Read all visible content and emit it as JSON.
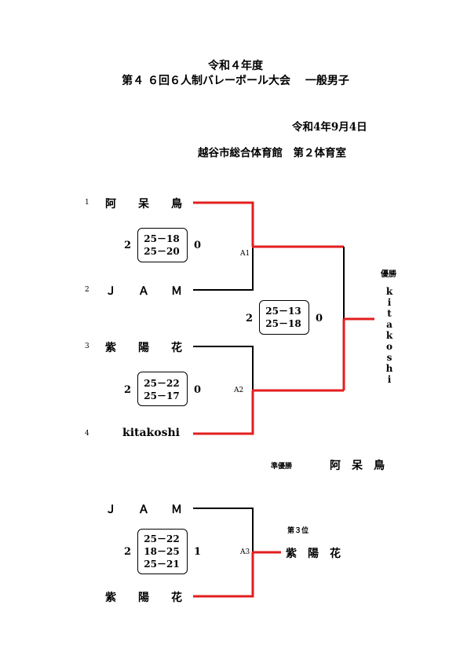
{
  "header": {
    "year": "令和４年度",
    "event": "第４ ６回６人制バレーボール大会　 一般男子",
    "date": "令和4年9月4日",
    "venue": "越谷市総合体育館　第２体育室"
  },
  "teams": [
    {
      "seed": "1",
      "name": "阿　　呆　　鳥"
    },
    {
      "seed": "2",
      "name": "Ｊ　　Ａ　　Ｍ"
    },
    {
      "seed": "3",
      "name": "紫　　陽　　花"
    },
    {
      "seed": "4",
      "name": "kitakoshi"
    }
  ],
  "matches": {
    "A1": {
      "label": "A1",
      "left": "2",
      "right": "0",
      "sets": [
        "25－18",
        "25－20"
      ]
    },
    "A2": {
      "label": "A2",
      "left": "2",
      "right": "0",
      "sets": [
        "25－22",
        "25－17"
      ]
    },
    "final": {
      "left": "2",
      "right": "0",
      "sets": [
        "25－13",
        "25－18"
      ]
    },
    "A3": {
      "label": "A3",
      "left": "2",
      "right": "1",
      "sets": [
        "25－22",
        "18－25",
        "25－21"
      ]
    }
  },
  "winner": {
    "label": "優勝",
    "letters": [
      "k",
      "i",
      "t",
      "a",
      "k",
      "o",
      "s",
      "h",
      "i"
    ]
  },
  "runner_up": {
    "label": "準優勝",
    "name": "阿　呆　鳥"
  },
  "third_match": {
    "team_a": "Ｊ　　Ａ　　Ｍ",
    "team_b": "紫　　陽　　花"
  },
  "third_place": {
    "label": "第３位",
    "name": "紫　陽　花"
  },
  "colors": {
    "win_line": "#e31e1e",
    "line": "#000000"
  }
}
